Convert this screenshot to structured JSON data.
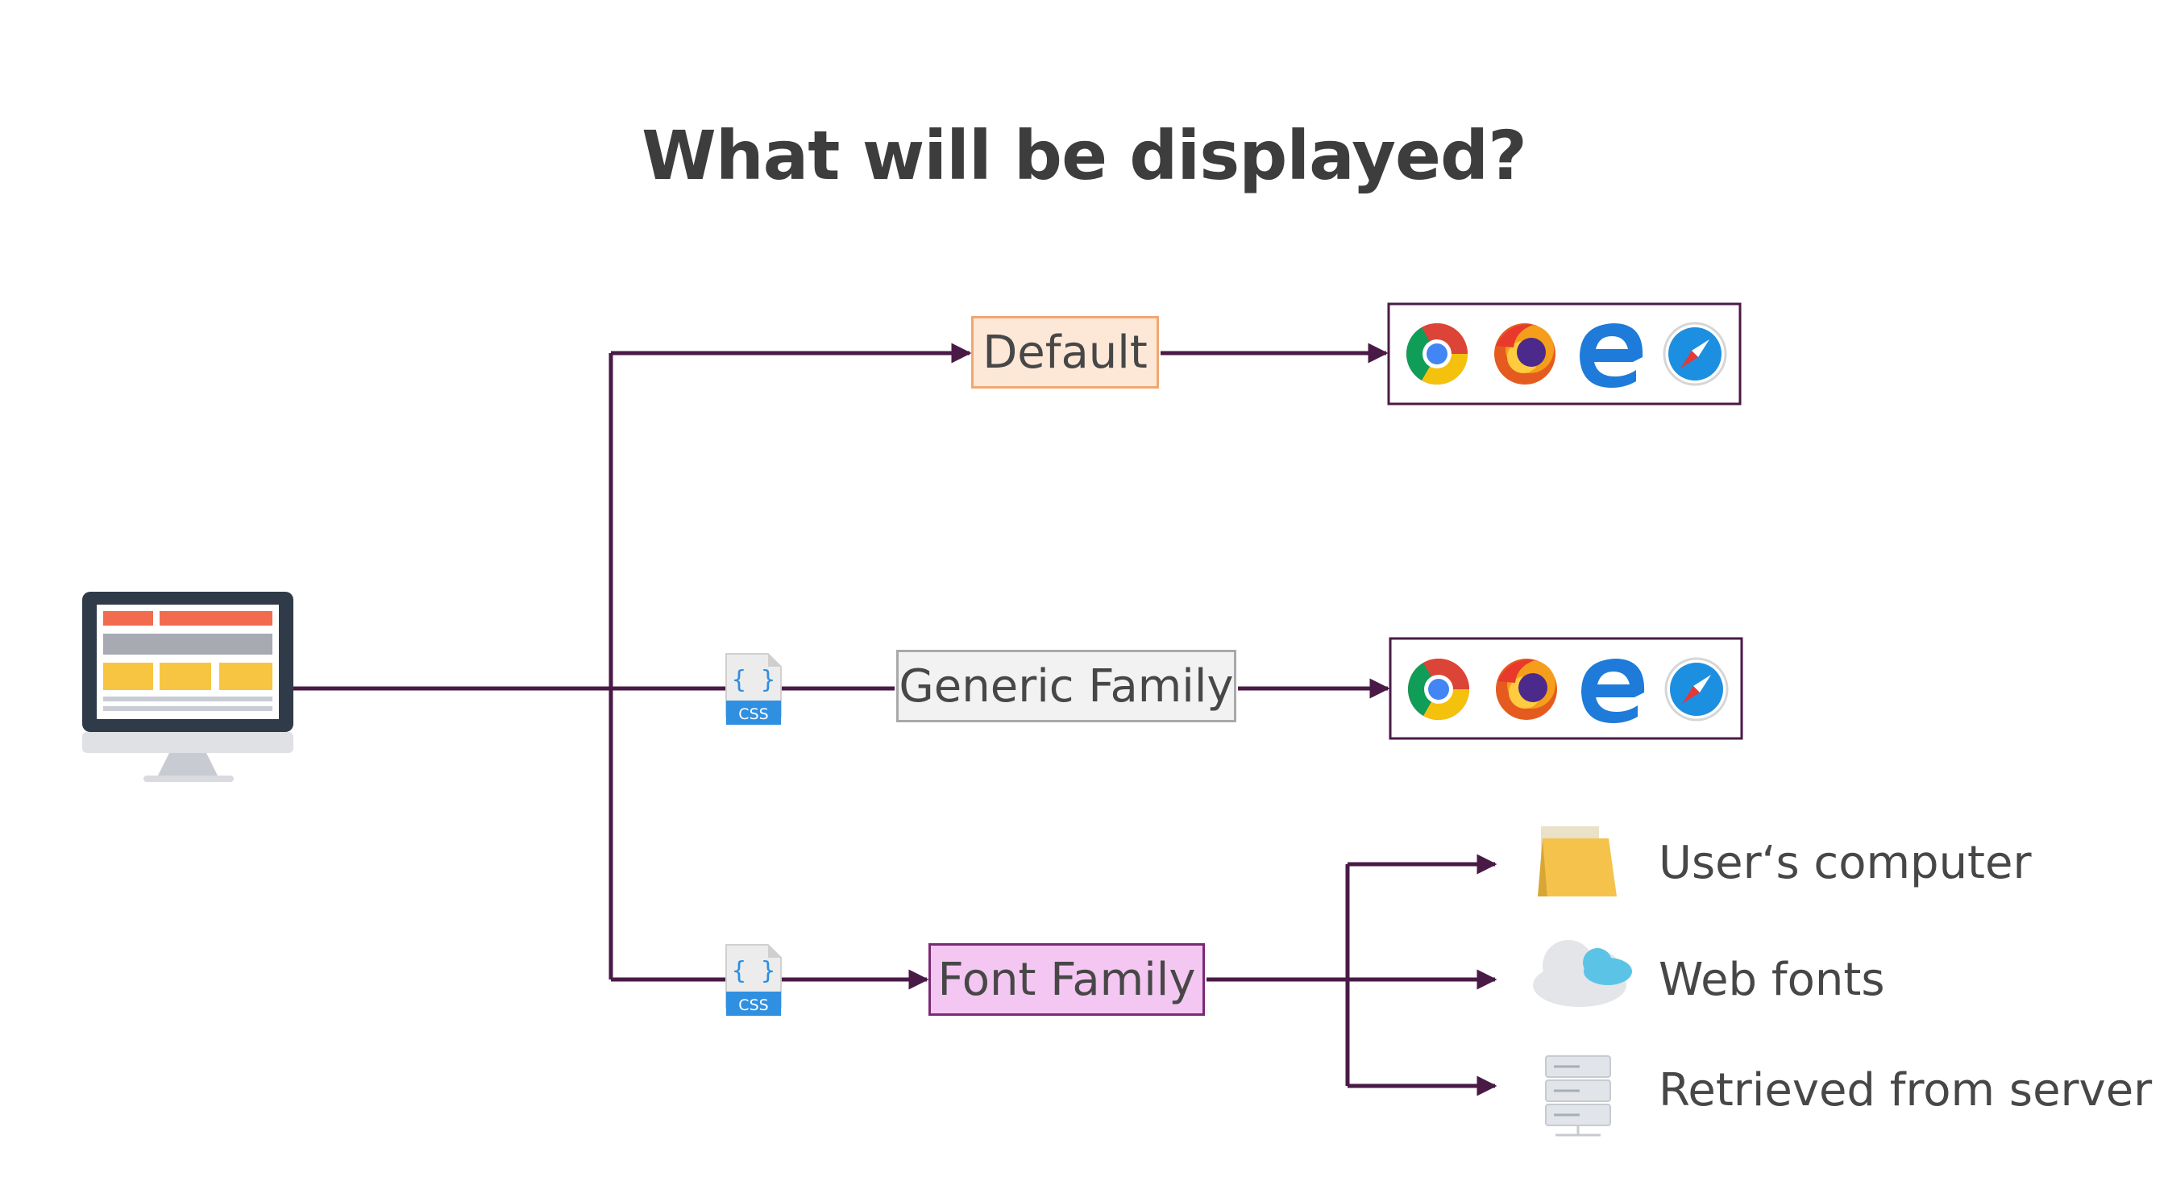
{
  "title": "What will be displayed?",
  "nodes": {
    "default": "Default",
    "generic": "Generic Family",
    "font": "Font Family"
  },
  "css_badge": "CSS",
  "sources": {
    "user": "User‘s computer",
    "web": "Web fonts",
    "server": "Retrieved from server"
  },
  "colors": {
    "arrow": "#4a1a47",
    "default_fill": "#fde8d8",
    "generic_fill": "#f2f2f2",
    "font_fill": "#f4c6f2"
  },
  "icons": [
    "monitor-icon",
    "css-file-icon",
    "chrome-icon",
    "firefox-icon",
    "edge-icon",
    "safari-icon",
    "folder-icon",
    "cloud-icon",
    "server-icon"
  ]
}
